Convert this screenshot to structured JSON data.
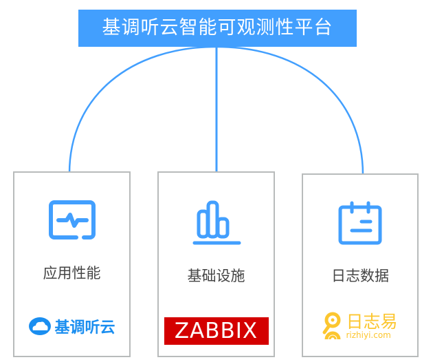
{
  "title": "基调听云智能可观测性平台",
  "colors": {
    "accent": "#429ffe",
    "card_border": "#b8bbbb",
    "label_text": "#444444",
    "tingyun_brand": "#1a8ef0",
    "zabbix_brand": "#d40000",
    "rizhiyi_brand": "#fcc62f"
  },
  "cards": [
    {
      "label": "应用性能",
      "icon": "monitor-pulse-icon",
      "logo": {
        "type": "tingyun",
        "text": "基调听云",
        "icon": "cloud-logo-icon"
      }
    },
    {
      "label": "基础设施",
      "icon": "bar-chart-icon",
      "logo": {
        "type": "zabbix",
        "text": "ZABBIX"
      }
    },
    {
      "label": "日志数据",
      "icon": "calendar-note-icon",
      "logo": {
        "type": "rizhiyi",
        "text": "日志易",
        "url": "rizhiyi.com",
        "icon": "magnifier-person-icon"
      }
    }
  ]
}
